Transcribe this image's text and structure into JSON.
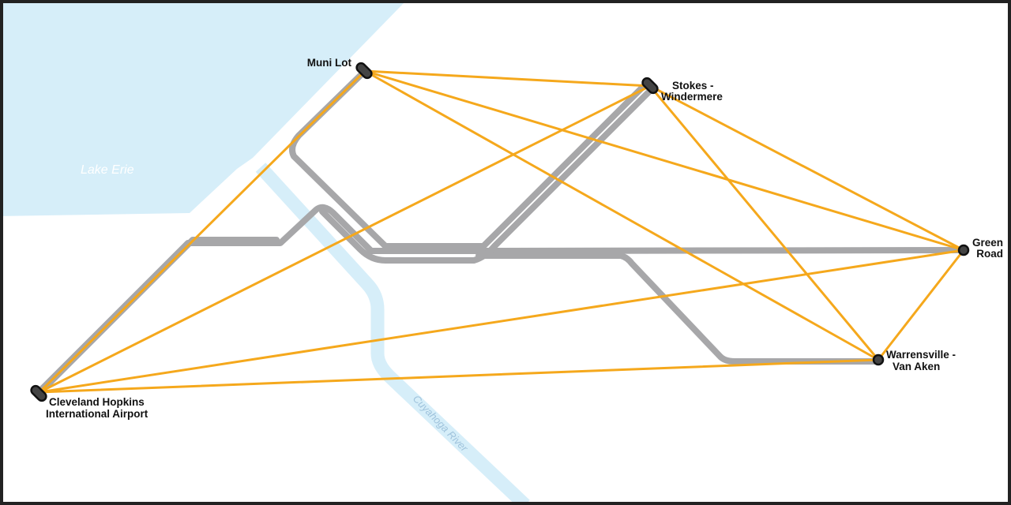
{
  "map": {
    "colors": {
      "water": "#d6eef9",
      "rail": "#a7a7a9",
      "connection": "#f5a81c",
      "station_fill": "#444444",
      "station_stroke": "#111111"
    },
    "water_labels": {
      "lake": "Lake Erie",
      "river": "Cuyahoga River"
    },
    "stations": {
      "airport": {
        "line1": "Cleveland Hopkins",
        "line2": "International Airport"
      },
      "muni": {
        "line1": "Muni Lot"
      },
      "stokes": {
        "line1": "Stokes -",
        "line2": "Windermere"
      },
      "green": {
        "line1": "Green",
        "line2": "Road"
      },
      "warrensville": {
        "line1": "Warrensville -",
        "line2": "Van Aken"
      }
    },
    "connections": [
      [
        "airport",
        "muni"
      ],
      [
        "airport",
        "stokes"
      ],
      [
        "airport",
        "green"
      ],
      [
        "airport",
        "warrensville"
      ],
      [
        "muni",
        "stokes"
      ],
      [
        "muni",
        "green"
      ],
      [
        "muni",
        "warrensville"
      ],
      [
        "stokes",
        "green"
      ],
      [
        "stokes",
        "warrensville"
      ],
      [
        "green",
        "warrensville"
      ]
    ]
  }
}
